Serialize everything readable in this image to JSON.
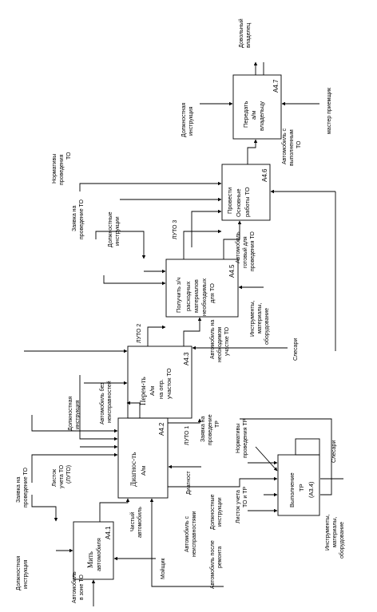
{
  "colors": {
    "line": "#000000",
    "background": "#ffffff"
  },
  "blocks": {
    "a41": {
      "title": "Мить",
      "sub": "автомобиля",
      "code": "А4.1"
    },
    "a42": {
      "title": "Диагнос-ть",
      "sub": "А/м",
      "code": "А4.2"
    },
    "a43": {
      "title": "Перем-ть",
      "sub1": "А/м",
      "sub2": "на опр.",
      "sub3": "участок ТО",
      "code": "А4.3"
    },
    "a44": {
      "title": "Выполнение",
      "sub1": "ТР",
      "sub2": "(А3.4)"
    },
    "a45": {
      "title": "Получить з/ч",
      "sub1": "расходных",
      "sub2": "материалов",
      "sub3": "необходимых",
      "sub4": "для ТО",
      "code": "А4.5"
    },
    "a46": {
      "title": "Провести",
      "sub1": "Основные",
      "sub2": "работы ТО",
      "code": "А4.6"
    },
    "a47": {
      "title": "Передать",
      "sub1": "а/м",
      "sub2": "владельцу",
      "code": "А4.7"
    }
  },
  "labels": {
    "car_in_zone_1": "Автомобиль",
    "car_in_zone_2": "в зоне ТО",
    "job_instr_1a": "Должностная",
    "job_instr_1b": "инструкция",
    "request_to_1": "Заявка на",
    "request_to_2": "проведение ТО",
    "record_sheet_1": "Листок",
    "record_sheet_2": "учета ТО",
    "record_sheet_3": "(ЛУТО)",
    "washer": "Мойщик",
    "clean_car_1": "Чистый",
    "clean_car_2": "автомобиль",
    "car_after_repair_1": "Автомобиль после",
    "car_after_repair_2": "ремонта",
    "job_instr_2a": "Должностная",
    "job_instr_2b": "инструкция",
    "car_no_faults_1": "Автомобиль без",
    "car_no_faults_2": "неисправностей",
    "diagnost": "Диагност",
    "car_with_faults_1": "Автомобиль с",
    "car_with_faults_2": "неисправностями",
    "job_instr_3a": "Должностные",
    "job_instr_3b": "инструкции",
    "sheet_to_tr_1": "Листок учета",
    "sheet_to_tr_2": "ТО и ТР",
    "luto1": "ЛУТО 1",
    "request_tr_1": "Заявка на",
    "request_tr_2": "проведение",
    "request_tr_3": "ТР",
    "norms_tr_1": "Нормативы",
    "norms_tr_2": "проведения ТР",
    "locksmiths_1": "Слесари",
    "tools_1a": "Инструменты,",
    "tools_1b": "материалы,",
    "tools_1c": "оборудование",
    "locksmiths_2": "Слесари",
    "luto2": "ЛУТО 2",
    "car_at_area_1": "Автомобиль на",
    "car_at_area_2": "необходимом",
    "car_at_area_3": "участке ТО",
    "job_instr_4a": "Должностные",
    "job_instr_4b": "инструкции",
    "luto3": "ЛУТО 3",
    "request_to_b1": "Заявка на",
    "request_to_b2": "проведение ТО",
    "tools_2a": "Инструменты,",
    "tools_2b": "материалы,",
    "tools_2c": "оборудование",
    "car_ready_1": "Автомобиль",
    "car_ready_2": "готовый для",
    "car_ready_3": "проведения ТО",
    "norms_to_1": "Нормативы",
    "norms_to_2": "проведения",
    "norms_to_3": "ТО",
    "car_done_1": "Автомобиль с",
    "car_done_2": "выполненным",
    "car_done_3": "ТО",
    "job_instr_5a": "Должностная",
    "job_instr_5b": "инструкция",
    "master": "мастер приемщик",
    "happy_owner_1": "Довольный",
    "happy_owner_2": "владелец"
  }
}
